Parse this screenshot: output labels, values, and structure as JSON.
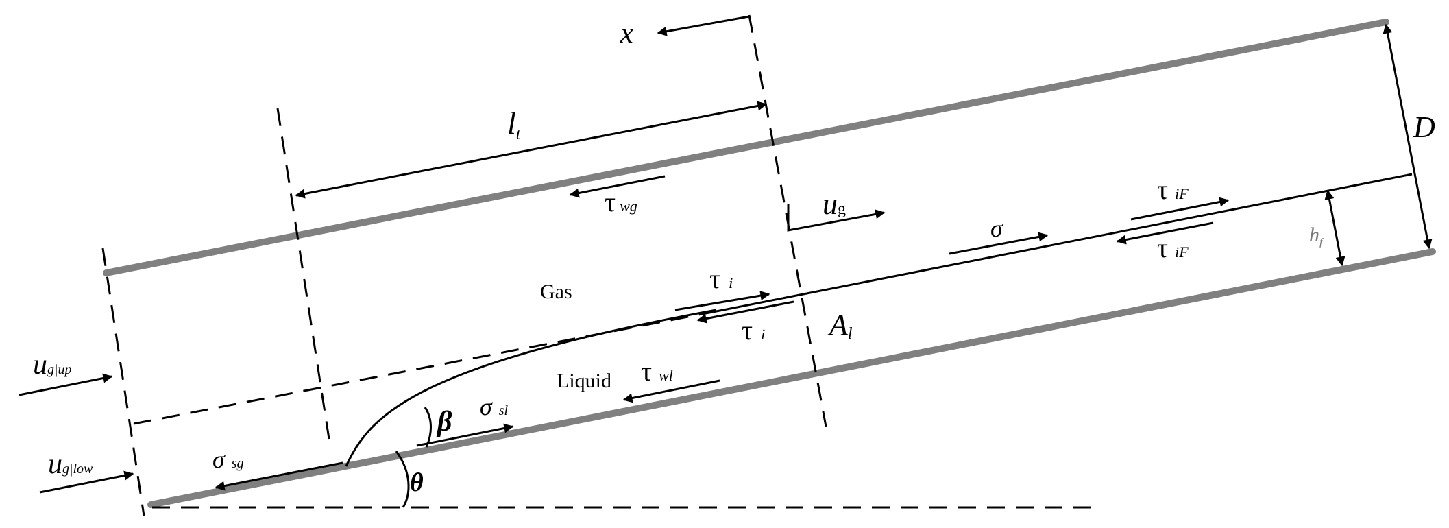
{
  "labels": {
    "x": "x",
    "lt_main": "l",
    "lt_sub": "t",
    "D": "D",
    "hf_main": "h",
    "hf_sub": "f",
    "tau_wg_main": "τ",
    "tau_wg_sub": "wg",
    "ug_main": "u",
    "ug_sub": "g",
    "sigma": "σ",
    "tau_iF_top_main": "τ",
    "tau_iF_top_sub": "iF",
    "tau_iF_bot_main": "τ",
    "tau_iF_bot_sub": "iF",
    "gas": "Gas",
    "tau_i_top_main": "τ",
    "tau_i_top_sub": "i",
    "tau_i_bot_main": "τ",
    "tau_i_bot_sub": "i",
    "Al_main": "A",
    "Al_sub": "l",
    "liquid": "Liquid",
    "tau_wl_main": "τ",
    "tau_wl_sub": "wl",
    "beta": "β",
    "sigma_sl_main": "σ",
    "sigma_sl_sub": "sl",
    "u_up_main": "u",
    "u_up_sub": "g|up",
    "u_low_main": "u",
    "u_low_sub": "g|low",
    "sigma_sg_main": "σ",
    "sigma_sg_sub": "sg",
    "theta": "θ"
  },
  "colors": {
    "pipe_wall": "#808080",
    "lines": "#000000",
    "background": "#ffffff"
  }
}
